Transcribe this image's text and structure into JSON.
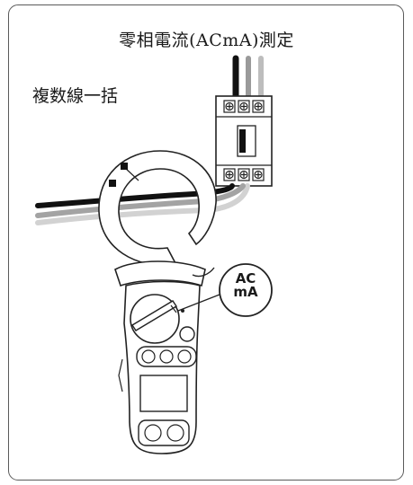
{
  "title": "零相電流(ACmA)測定",
  "subtitle": "複数線一括",
  "callout": {
    "line1": "AC",
    "line2": "mA"
  }
}
